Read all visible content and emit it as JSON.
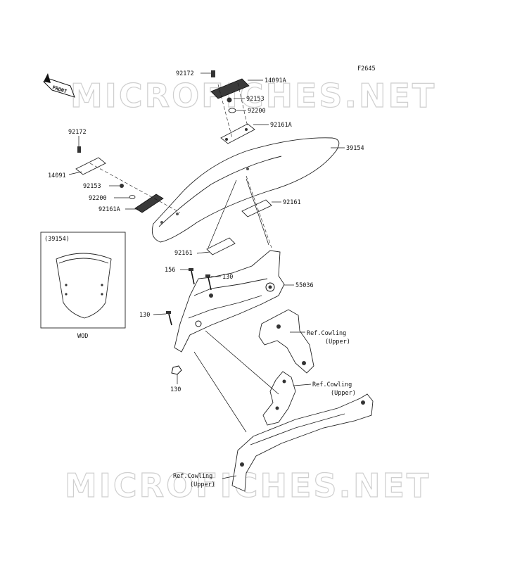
{
  "figure_code": "F2645",
  "watermark": "MICROFICHES.NET",
  "front_arrow": "FRONT",
  "inset": {
    "title": "(39154)",
    "caption": "WOD"
  },
  "labels": {
    "p92172_top": "92172",
    "p14091A": "14091A",
    "p92153_top": "92153",
    "p92200_top": "92200",
    "p92161A_top": "92161A",
    "p39154": "39154",
    "p92172_left": "92172",
    "p14091": "14091",
    "p92153_left": "92153",
    "p92200_left": "92200",
    "p92161A_left": "92161A",
    "p92161_right": "92161",
    "p92161_lower": "92161",
    "p156": "156",
    "p130_a": "130",
    "p130_b": "130",
    "p130_c": "130",
    "p55036": "55036",
    "ref1_a": "Ref.Cowling",
    "ref1_b": "(Upper)",
    "ref2_a": "Ref.Cowling",
    "ref2_b": "(Upper)",
    "ref3_a": "Ref.Cowling",
    "ref3_b": "(Upper)"
  }
}
